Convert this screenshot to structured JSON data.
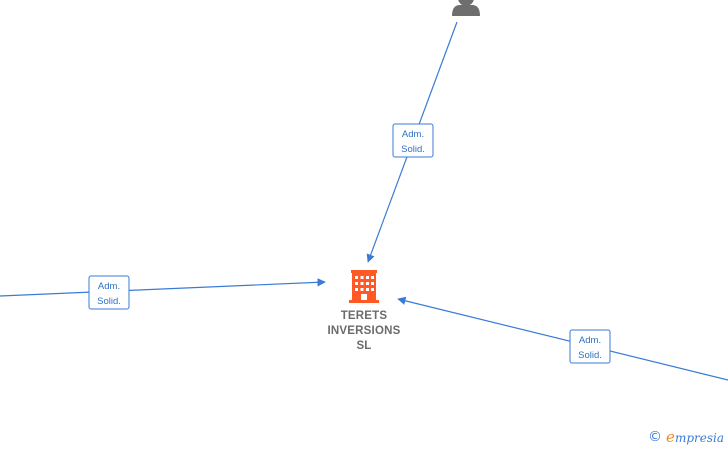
{
  "company": {
    "name_lines": [
      "TERETS",
      "INVERSIONS",
      "SL"
    ],
    "icon": "building-icon",
    "color": "#ff5a26"
  },
  "person_node": {
    "icon": "person-icon",
    "color": "#6e6e6e"
  },
  "edges": [
    {
      "id": "top",
      "label_lines": [
        "Adm.",
        "Solid."
      ]
    },
    {
      "id": "left",
      "label_lines": [
        "Adm.",
        "Solid."
      ]
    },
    {
      "id": "right",
      "label_lines": [
        "Adm.",
        "Solid."
      ]
    }
  ],
  "edge_color": "#3a7bd5",
  "watermark": {
    "symbol": "©",
    "brand_initial": "e",
    "brand_rest": "mpresia"
  }
}
